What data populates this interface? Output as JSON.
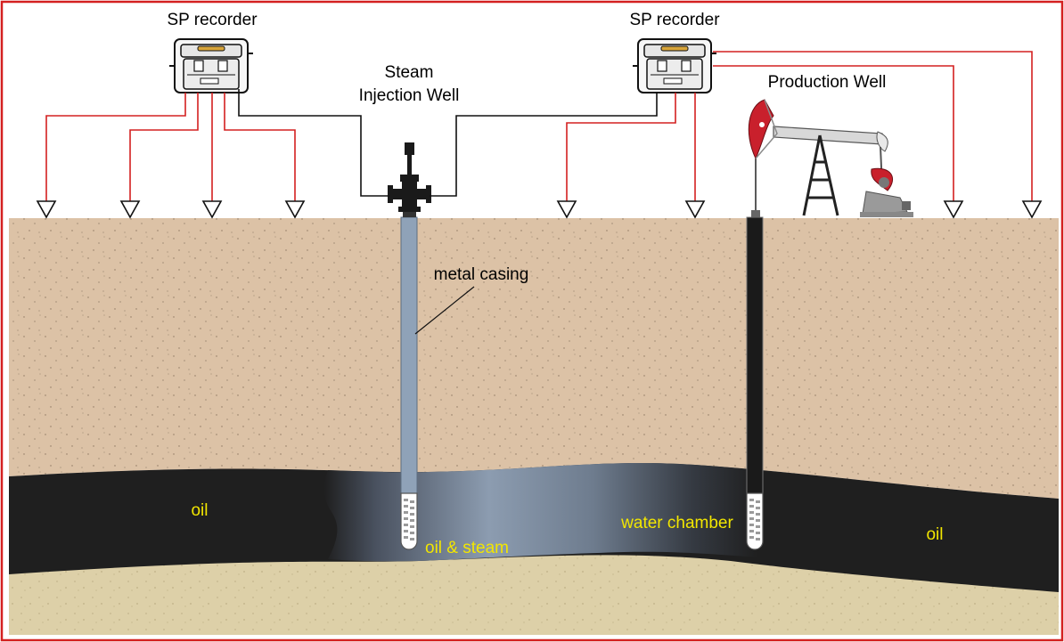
{
  "labels": {
    "sp_recorder_left": "SP recorder",
    "sp_recorder_right": "SP recorder",
    "steam_line1": "Steam",
    "steam_line2": "Injection Well",
    "production_well": "Production Well",
    "metal_casing": "metal casing",
    "oil_left": "oil",
    "oil_right": "oil",
    "oil_steam": "oil & steam",
    "water_chamber": "water chamber"
  },
  "colors": {
    "frame": "#d42020",
    "sky": "#ffffff",
    "overburden": "#dcc2a6",
    "underburden": "#ddd0a8",
    "oil": "#1f1f1f",
    "steam_chamber": "#8c9cb0",
    "casing": "#8fa2b8",
    "wire_red": "#d42020",
    "wire_black": "#111111",
    "label_yellow": "#f2e600"
  },
  "icons": {
    "recorder": "sp-recorder-case-icon",
    "electrode": "electrode-triangle-icon",
    "wellhead": "wellhead-valve-icon",
    "pumpjack": "pumpjack-icon"
  }
}
